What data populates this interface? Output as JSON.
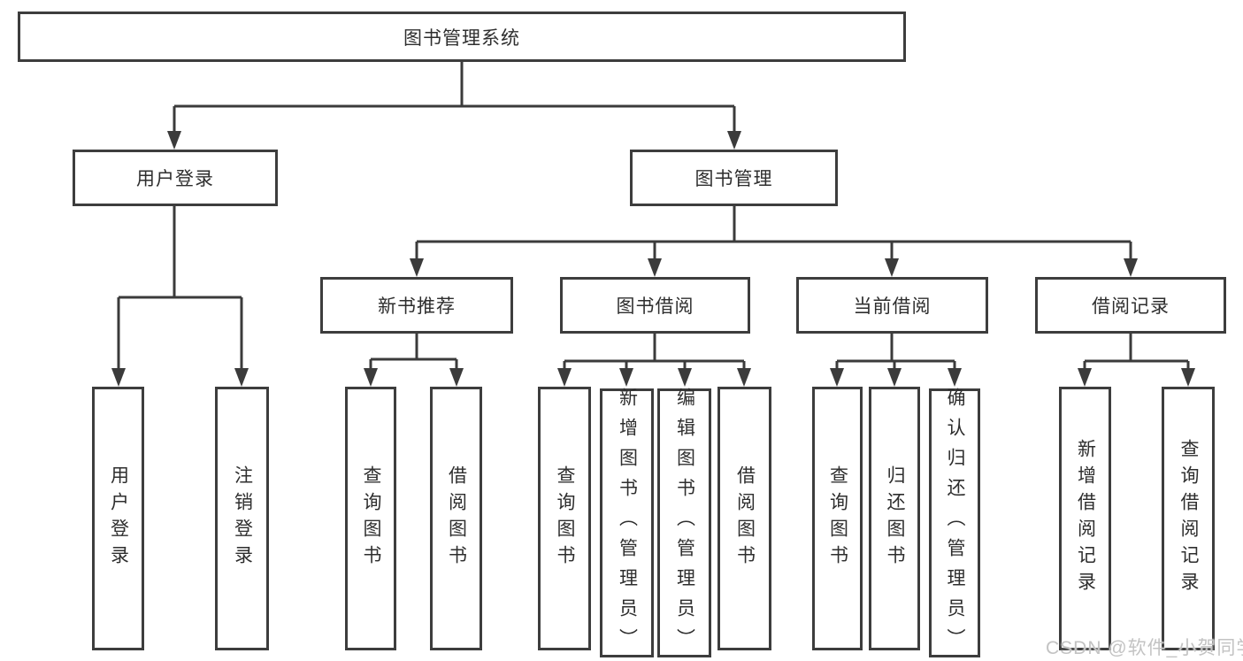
{
  "diagram": {
    "type": "hierarchy",
    "title": "图书管理系统",
    "nodes": {
      "root": "图书管理系统",
      "user_login": "用户登录",
      "book_management": "图书管理",
      "new_book_recommend": "新书推荐",
      "book_borrow": "图书借阅",
      "current_borrow": "当前借阅",
      "borrow_records": "借阅记录",
      "leaf_user_login": "用户登录",
      "leaf_logout": "注销登录",
      "leaf_query_book_1": "查询图书",
      "leaf_borrow_book_1": "借阅图书",
      "leaf_query_book_2": "查询图书",
      "leaf_add_book_admin": "新增图书（管理员）",
      "leaf_edit_book_admin": "编辑图书（管理员）",
      "leaf_borrow_book_2": "借阅图书",
      "leaf_query_book_3": "查询图书",
      "leaf_return_book": "归还图书",
      "leaf_confirm_return_admin": "确认归还（管理员）",
      "leaf_add_borrow_record": "新增借阅记录",
      "leaf_query_borrow_record": "查询借阅记录"
    },
    "hierarchy": {
      "图书管理系统": {
        "用户登录": [
          "用户登录",
          "注销登录"
        ],
        "图书管理": {
          "新书推荐": [
            "查询图书",
            "借阅图书"
          ],
          "图书借阅": [
            "查询图书",
            "新增图书（管理员）",
            "编辑图书（管理员）",
            "借阅图书"
          ],
          "当前借阅": [
            "查询图书",
            "归还图书",
            "确认归还（管理员）"
          ],
          "借阅记录": [
            "新增借阅记录",
            "查询借阅记录"
          ]
        }
      }
    }
  },
  "watermark": {
    "text": "CSDN @软件_小贺同学"
  },
  "colors": {
    "line": "#3b3b3b",
    "box_border": "#3d3d3d",
    "text": "#2e2e2e",
    "watermark": "#c3c3c3",
    "background": "#ffffff"
  }
}
